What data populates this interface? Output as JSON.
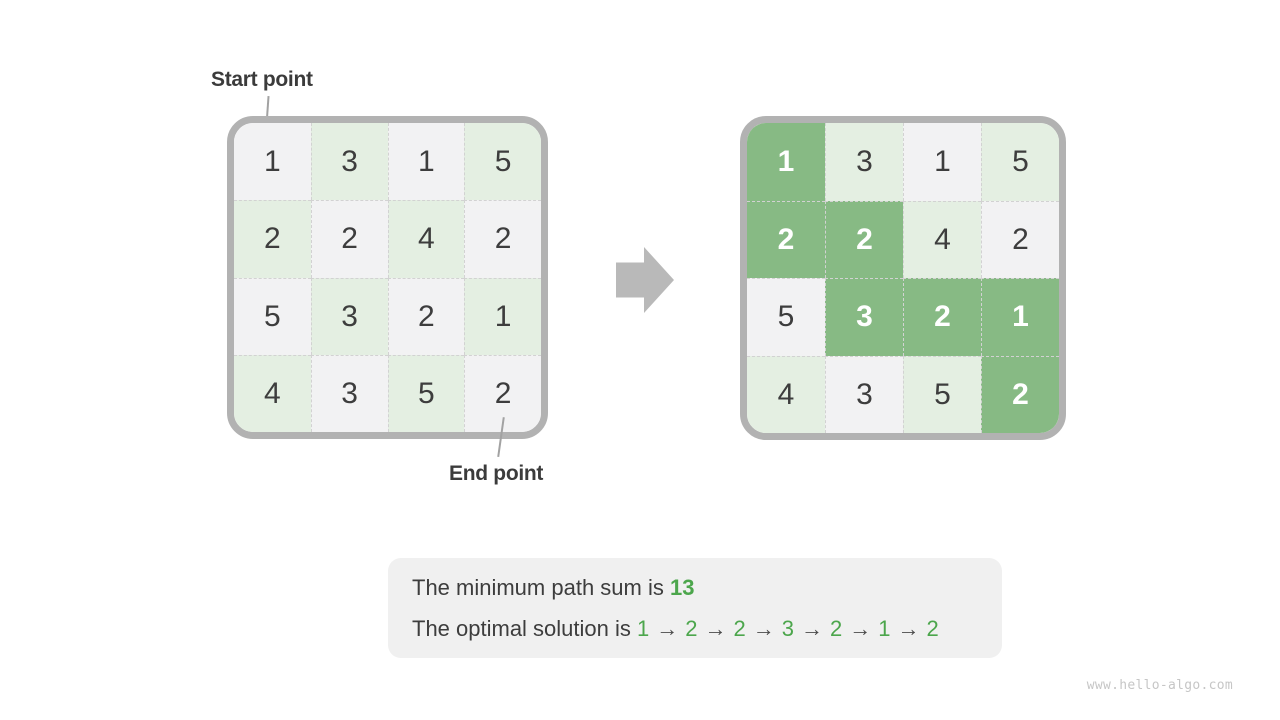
{
  "labels": {
    "start": "Start point",
    "end": "End point"
  },
  "grid": {
    "values": [
      [
        1,
        3,
        1,
        5
      ],
      [
        2,
        2,
        4,
        2
      ],
      [
        5,
        3,
        2,
        1
      ],
      [
        4,
        3,
        5,
        2
      ]
    ],
    "path_cells": [
      [
        0,
        0
      ],
      [
        1,
        0
      ],
      [
        1,
        1
      ],
      [
        2,
        1
      ],
      [
        2,
        2
      ],
      [
        2,
        3
      ],
      [
        3,
        3
      ]
    ]
  },
  "summary": {
    "line1_prefix": "The minimum path sum is ",
    "line1_value": "13",
    "line2_prefix": "The optimal solution is ",
    "line2_sequence": [
      1,
      2,
      2,
      3,
      2,
      1,
      2
    ],
    "arrow_separator": "→"
  },
  "watermark": "www.hello-algo.com",
  "icons": {
    "flow_arrow": "right-block-arrow"
  },
  "colors": {
    "cell_gray": "#f2f2f3",
    "cell_green_light": "#e4efe2",
    "cell_green_highlight": "#87ba84",
    "grid_border": "#b2b2b2",
    "arrow_gray": "#b9b9b9",
    "text_dark": "#3d3d3d",
    "accent_green": "#4ca64c",
    "info_box_bg": "#f0f0f0",
    "watermark_gray": "#c6c6c6"
  }
}
